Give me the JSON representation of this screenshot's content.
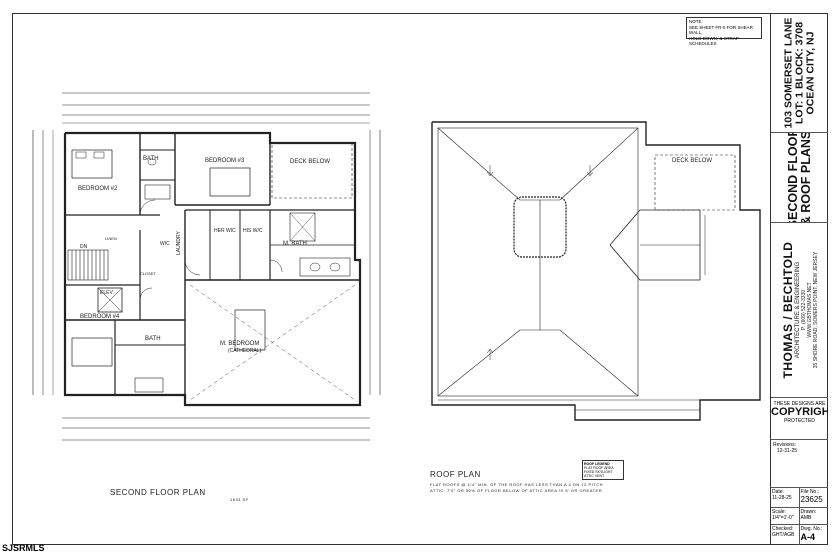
{
  "note": {
    "heading": "NOTE:",
    "line1": "SEE SHEET FR-0 FOR SHEAR WALL,",
    "line2": "HOLD DOWN, & STRAP SCHEDULES"
  },
  "address": {
    "line1": "103 SOMERSET LANE",
    "line2": "LOT: 1   BLOCK: 3708",
    "line3": "OCEAN CITY, NJ"
  },
  "sheet_title": {
    "line1": "SECOND FLOOR",
    "line2": "& ROOF PLANS"
  },
  "firm": {
    "name": "THOMAS / BECHTOLD",
    "sub": "ARCHITECTURE & ENGINEERING",
    "phone": "P: (609) 522-3330",
    "web": "WWW.GBTHOMAS.NET",
    "addr": "35 SHORE ROAD, SOMERS POINT, NEW JERSEY"
  },
  "copyright": {
    "pre": "THESE DESIGNS ARE",
    "word": "COPYRIGHT",
    "post": "PROTECTED"
  },
  "revisions": {
    "label": "Revisions:",
    "value": "12-31-25"
  },
  "meta": {
    "date_label": "Date:",
    "date_value": "11-28-25",
    "file_label": "File No.:",
    "file_value": "23625",
    "scale_label": "Scale:",
    "scale_value": "1/4\"=1'-0\"",
    "drawn_label": "Drawn:",
    "drawn_value": "AMB",
    "dwg_label": "Dwg. No.:",
    "dwg_value": "A-4",
    "checked_label": "Checked:",
    "checked_value": "GHT/AGB"
  },
  "plans": {
    "second_floor_title": "SECOND FLOOR PLAN",
    "second_floor_area": "1633 SF",
    "roof_title": "ROOF PLAN",
    "roof_note1": "FLAT ROOFS @ 1/4\" MIN. OF THE ROOF HAS LESS THAN A 4 ON 12 PITCH",
    "roof_note2": "ATTIC: 7'0\" OR 50% OF FLOOR BELOW OF ATTIC AREA IS 5' OR GREATER."
  },
  "rooms": {
    "bed2": "BEDROOM #2",
    "bed3": "BEDROOM #3",
    "bed4": "BEDROOM #4",
    "bath1": "BATH",
    "bath2": "BATH",
    "deck": "DECK BELOW",
    "wic": "WIC",
    "hwic": "HER WIC",
    "hisw": "HIS W/C",
    "mbath": "M. BATH",
    "mbed": "M. BEDROOM",
    "mbed_sub": "(CATHEDRAL)",
    "laundry": "LAUNDRY",
    "elev": "ELEV.",
    "dn": "DN",
    "linen": "LINEN",
    "closet": "CLOSET",
    "roof_deck": "DECK BELOW"
  },
  "legend": {
    "title": "ROOF LEGEND",
    "l1": "FLAT ROOF AREA",
    "l2": "FIXED SKYLIGHT",
    "l3": "ATTIC VENT"
  },
  "watermark": "SJSRMLS"
}
